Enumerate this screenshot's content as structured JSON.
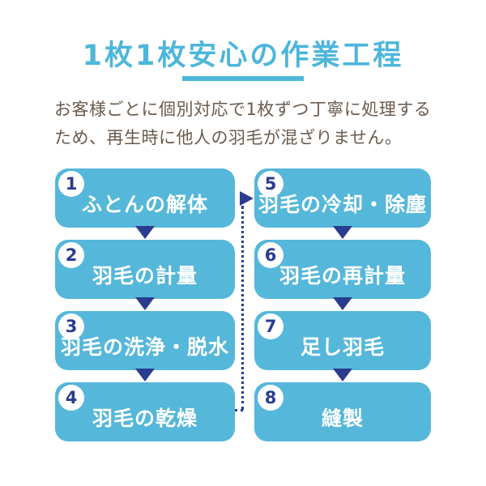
{
  "header": {
    "title": "1枚1枚安心の作業工程"
  },
  "intro": {
    "line1": "お客様ごとに個別対応で1枚ずつ丁寧に処理する",
    "line2": "ため、再生時に他人の羽毛が混ざりません。"
  },
  "steps": [
    {
      "number": "1",
      "label": "ふとんの解体"
    },
    {
      "number": "2",
      "label": "羽毛の計量"
    },
    {
      "number": "3",
      "label": "羽毛の洗浄・脱水"
    },
    {
      "number": "4",
      "label": "羽毛の乾燥"
    },
    {
      "number": "5",
      "label": "羽毛の冷却・除塵"
    },
    {
      "number": "6",
      "label": "羽毛の再計量"
    },
    {
      "number": "7",
      "label": "足し羽毛"
    },
    {
      "number": "8",
      "label": "縫製"
    }
  ],
  "colors": {
    "accent_blue": "#4db6db",
    "box_blue": "#55b7d9",
    "navy": "#2a3c8f",
    "text_brown": "#6a5a4c",
    "background": "#ffffff"
  }
}
